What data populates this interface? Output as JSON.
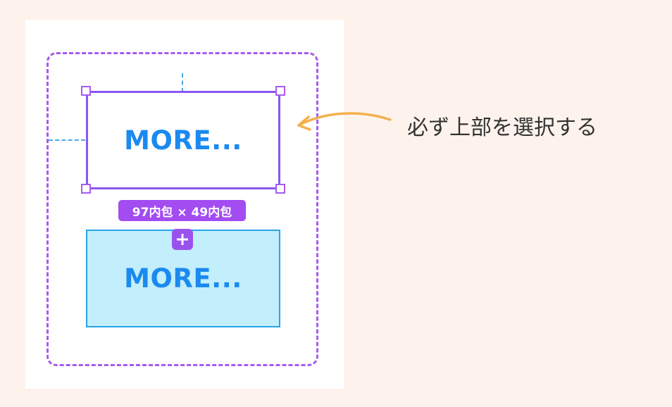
{
  "top_frame": {
    "label": "MORE..."
  },
  "bottom_frame": {
    "label": "MORE..."
  },
  "size_badge": {
    "text": "97内包 × 49内包"
  },
  "insert_button": {
    "icon": "plus-icon"
  },
  "annotation": {
    "text": "必ず上部を選択する"
  },
  "colors": {
    "background": "#fdf3ec",
    "canvas": "#ffffff",
    "selection_purple": "#a45cf0",
    "guide_blue": "#4aa8e8",
    "text_blue": "#1b8af0",
    "bottom_fill": "#c3eefc",
    "arrow_orange": "#f3b14e"
  }
}
